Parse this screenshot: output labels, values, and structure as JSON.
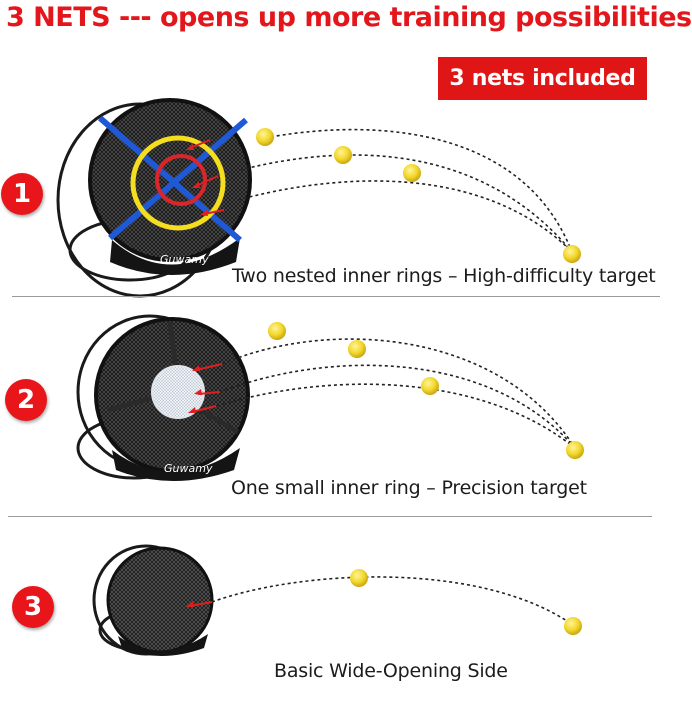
{
  "headline": "3 NETS --- opens up more training possibilities",
  "badge": "3 nets included",
  "colors": {
    "accent_red": "#e3161b",
    "ball_yellow": "#f2d62a",
    "ring_blue": "#1f59d6",
    "ring_yellow": "#f5dd1f"
  },
  "panels": [
    {
      "number": "1",
      "brand": "Guwamy",
      "caption": "Two nested inner rings – High-difficulty target"
    },
    {
      "number": "2",
      "brand": "Guwamy",
      "caption": "One small inner ring – Precision target"
    },
    {
      "number": "3",
      "caption": "Basic Wide-Opening Side"
    }
  ]
}
